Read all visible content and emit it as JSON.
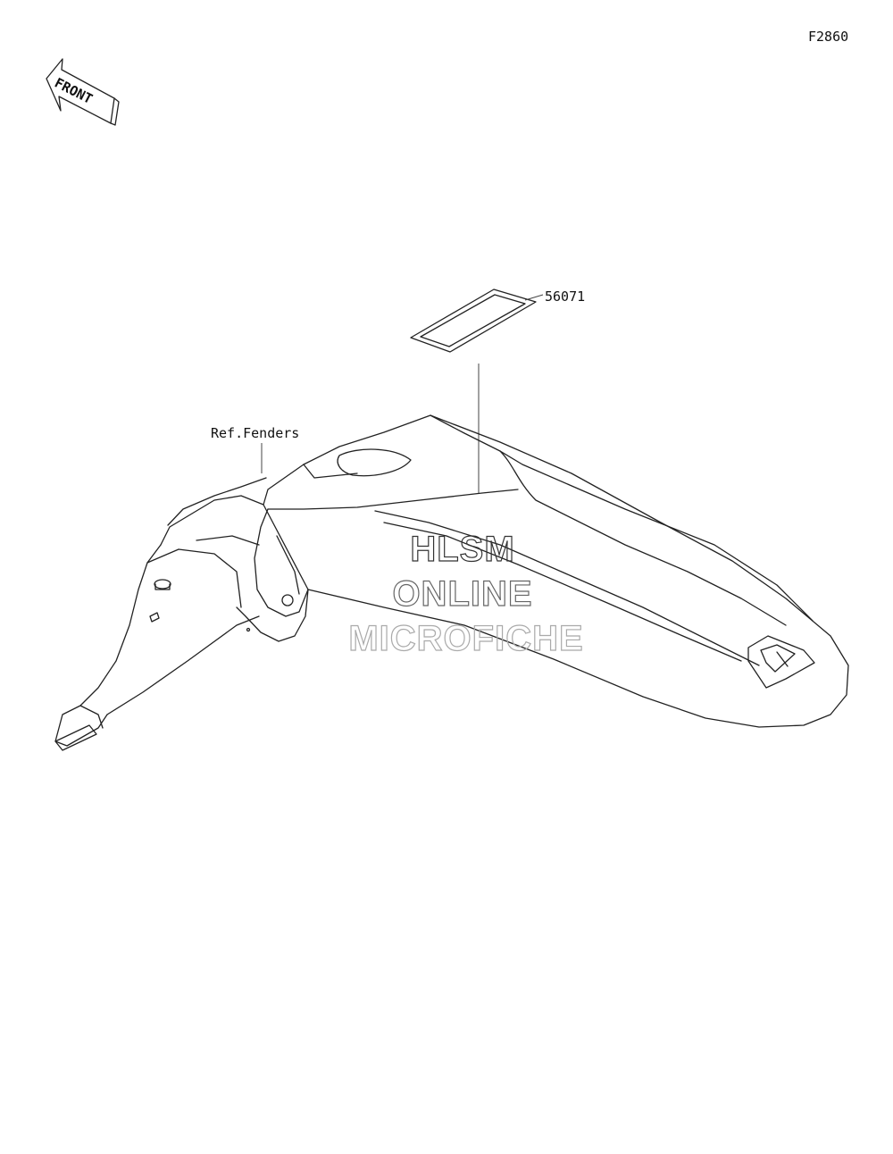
{
  "figure_code": "F2860",
  "front_label": "FRONT",
  "parts": [
    {
      "number": "56071"
    }
  ],
  "reference": "Ref.Fenders",
  "watermark": [
    "HLSM",
    "ONLINE",
    "MICROFICHE"
  ]
}
